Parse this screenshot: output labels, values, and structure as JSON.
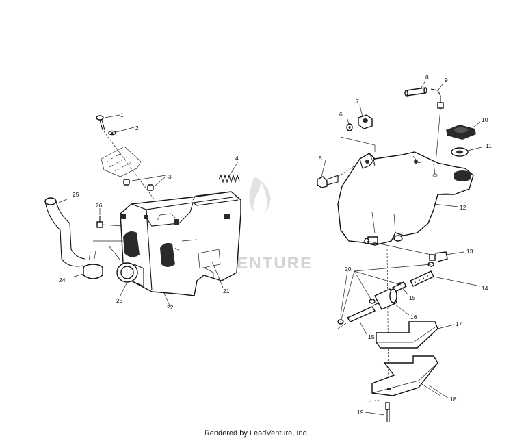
{
  "footer_text": "Rendered by LeadVenture, Inc.",
  "watermark_text": "LEADVENTURE",
  "part_labels": [
    "1",
    "2",
    "3",
    "4",
    "5",
    "6",
    "7",
    "8",
    "9",
    "10",
    "11",
    "12",
    "13",
    "14",
    "15",
    "15",
    "16",
    "17",
    "18",
    "19",
    "20",
    "21",
    "22",
    "23",
    "24",
    "25",
    "26"
  ]
}
